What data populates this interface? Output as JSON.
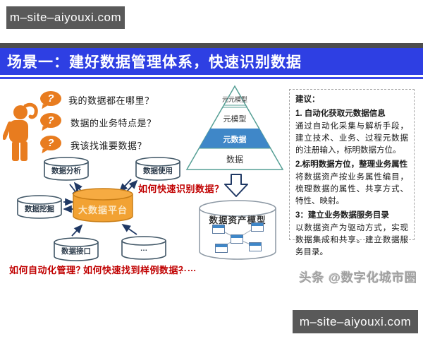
{
  "watermark": {
    "top": "m–site–aiyouxi.com",
    "bottom": "m–site–aiyouxi.com"
  },
  "credit": "头条 @数字化城市圈",
  "header": {
    "title": "场景一：建好数据管理体系，快速识别数据"
  },
  "questions": {
    "mark": "?",
    "items": [
      "我的数据都在哪里？",
      "数据的业务特点是？",
      "我该找谁要数据？"
    ]
  },
  "platform": {
    "center_label": "大数据平台",
    "satellites": [
      "数据分析",
      "数据使用",
      "数据挖掘",
      "数据接口",
      "…"
    ]
  },
  "red_notes": {
    "identify": "如何快速识别数据？",
    "automate": "如何自动化管理？",
    "sample": "如何快速找到样例数据？",
    "ellipsis": "……"
  },
  "pyramid": {
    "layers": [
      "元元模型",
      "元模型",
      "元数据",
      "数据"
    ]
  },
  "asset_model_label": "数据资产模型",
  "suggestions": {
    "title": "建议：",
    "items": [
      {
        "heading": "1. 自动化获取元数据信息",
        "body": "通过自动化采集与解析手段，建立技术、业务、过程元数据的注册输入，标明数据方位。"
      },
      {
        "heading": "2.标明数据方位，整理业务属性",
        "body": "将数据资产按业务属性编目，梳理数据的属性、共享方式、特性、映射。"
      },
      {
        "heading": "3：建立业务数据服务目录",
        "body": "以数据资产为驱动方式，实现数据集成和共享。建立数据服务目录。"
      }
    ]
  },
  "colors": {
    "header_blue": "#2e3fe3",
    "strip_gray": "#4d4d4d",
    "person_orange": "#e87c1f",
    "platform_fill": "#f2a233",
    "pyramid_band_blue": "#3f87c8",
    "pyramid_outline": "#569f95",
    "note_red": "#c00000",
    "arrow_navy": "#1f3864",
    "watermark_bg": "#595959"
  }
}
